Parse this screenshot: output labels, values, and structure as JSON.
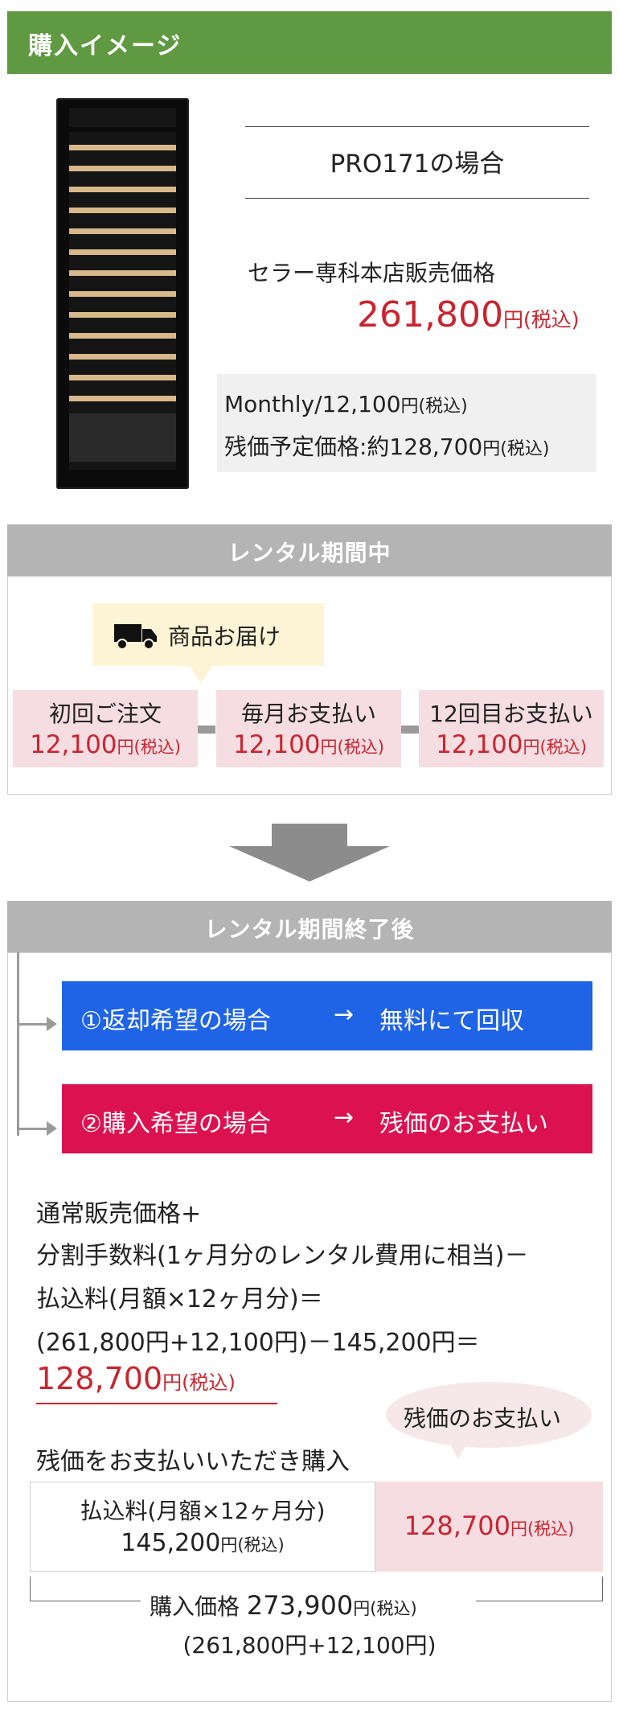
{
  "header": {
    "title": "購入イメージ"
  },
  "product": {
    "case_title": "PRO171の場合",
    "store_price_label": "セラー専科本店販売価格",
    "store_price_value": "261,800",
    "yen_tax": "円(税込)",
    "monthly_line_prefix": "Monthly/12,100",
    "residual_line_prefix": "残価予定価格:約128,700"
  },
  "rental": {
    "title": "レンタル期間中",
    "delivery_label": "商品お届け",
    "steps": [
      {
        "label": "初回ご注文",
        "price": "12,100"
      },
      {
        "label": "毎月お支払い",
        "price": "12,100"
      },
      {
        "label": "12回目お支払い",
        "price": "12,100"
      }
    ]
  },
  "after": {
    "title": "レンタル期間終了後",
    "option1_left": "①返却希望の場合",
    "option1_arrow": "→",
    "option1_right": "無料にて回収",
    "option2_left": "②購入希望の場合",
    "option2_arrow": "→",
    "option2_right": "残価のお支払い",
    "formula_lines": [
      "通常販売価格+",
      "分割手数料(1ヶ月分のレンタル費用に相当)－",
      "払込料(月額×12ヶ月分)＝",
      "(261,800円+12,100円)－145,200円＝"
    ],
    "result_value": "128,700",
    "bubble_text": "残価のお支払い",
    "purchase_label": "残価をお支払いいただき購入",
    "paid_label": "払込料(月額×12ヶ月分)",
    "paid_value": "145,200",
    "residual_value": "128,700",
    "total_label": "購入価格",
    "total_value": "273,900",
    "total_breakdown": "(261,800円+12,100円)"
  },
  "colors": {
    "header_green": "#5f9a42",
    "section_gray": "#b4b4b4",
    "price_red": "#c8252f",
    "return_blue": "#1f63e6",
    "purchase_crimson": "#dc1150",
    "pink_box": "#f5dde2",
    "yellow_box": "#fcf4d4"
  },
  "icons": {
    "delivery": "truck-icon",
    "down": "down-arrow-icon"
  }
}
